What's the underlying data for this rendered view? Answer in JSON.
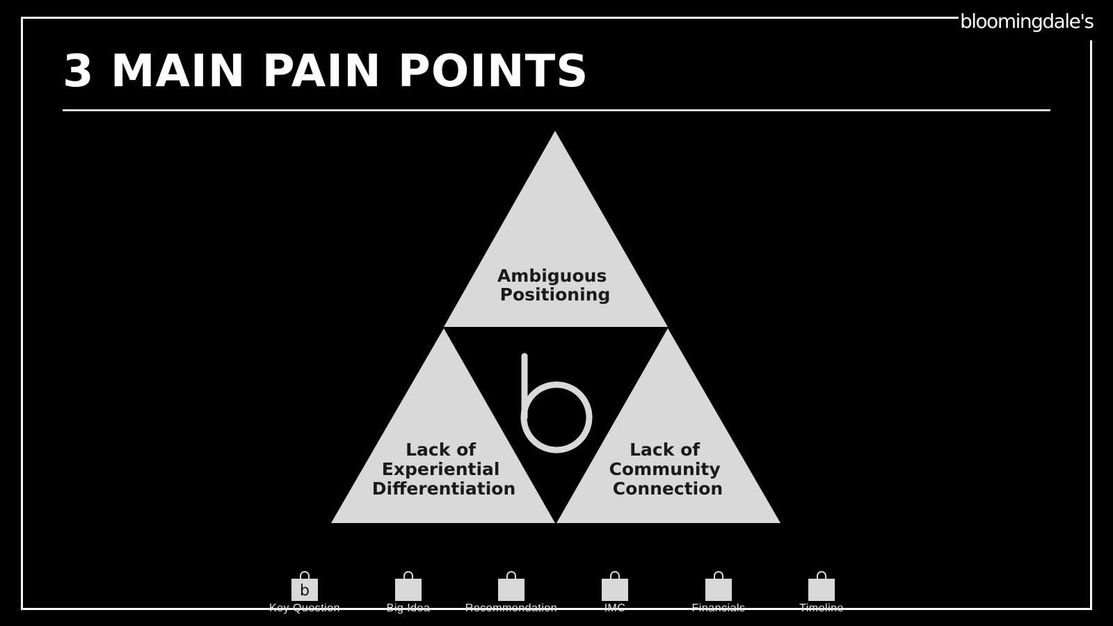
{
  "brand": {
    "logo_text": "bloomingdale's"
  },
  "slide": {
    "title": "3 MAIN PAIN POINTS"
  },
  "pain_points": {
    "top": {
      "line1": "Ambiguous",
      "line2": "Positioning"
    },
    "left": {
      "line1": "Lack of",
      "line2": "Experiential",
      "line3": "Differentiation"
    },
    "right": {
      "line1": "Lack of",
      "line2": "Community",
      "line3": "Connection"
    },
    "center_letter": "b"
  },
  "nav": {
    "items": [
      {
        "label": "Key Question",
        "bag_letter": "b",
        "active": true
      },
      {
        "label": "Big Idea",
        "bag_letter": "",
        "active": false
      },
      {
        "label": "Recommendation",
        "bag_letter": "",
        "active": false
      },
      {
        "label": "IMC",
        "bag_letter": "",
        "active": false
      },
      {
        "label": "Financials",
        "bag_letter": "",
        "active": false
      },
      {
        "label": "Timeline",
        "bag_letter": "",
        "active": false
      }
    ]
  },
  "colors": {
    "background": "#000000",
    "frame": "#ffffff",
    "triangle_fill": "#d9d9d9",
    "label_text": "#1a1a1a",
    "nav_text": "#e8e8e8"
  }
}
